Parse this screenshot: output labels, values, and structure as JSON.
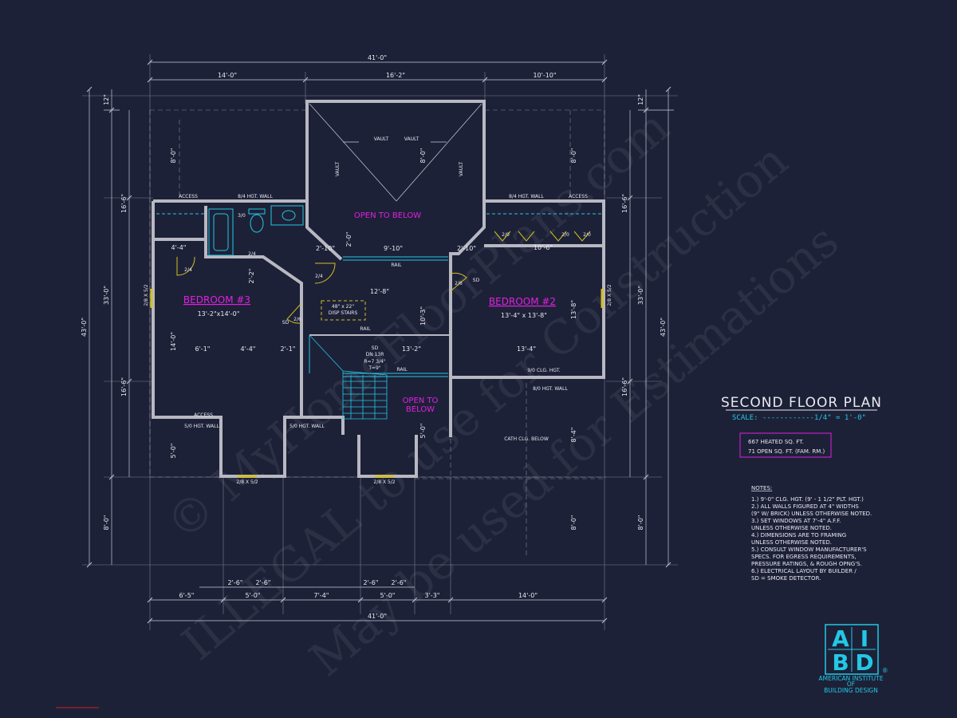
{
  "plan_title": "SECOND FLOOR PLAN",
  "scale_text": "SCALE: ------------1/4\" = 1'-0\"",
  "area_box": {
    "heated": "667 HEATED SQ. FT.",
    "open": "71 OPEN SQ. FT. (FAM. RM.)"
  },
  "notes": {
    "heading": "NOTES:",
    "lines": [
      "1.) 9'-0\" CLG. HGT. (9' - 1 1/2\" PLT. HGT.)",
      "2.) ALL WALLS FIGURED AT 4\" WIDTHS",
      "    (9\" W/ BRICK) UNLESS OTHERWISE NOTED.",
      "3.) SET WINDOWS AT 7'-4\" A.F.F.",
      "    UNLESS OTHERWISE NOTED.",
      "4.) DIMENSIONS ARE TO FRAMING",
      "    UNLESS OTHERWISE NOTED.",
      "5.) CONSULT WINDOW MANUFACTURER'S",
      "    SPECS. FOR EGRESS REQUIREMENTS,",
      "    PRESSURE RATINGS, & ROUGH OPNG'S.",
      "6.) ELECTRICAL LAYOUT BY BUILDER /",
      "    SD = SMOKE DETECTOR."
    ]
  },
  "rooms": {
    "bedroom3_name": "BEDROOM #3",
    "bedroom3_size": "13'-2\"x14'-0\"",
    "bedroom2_name": "BEDROOM #2",
    "bedroom2_size": "13'-4\" x 13'-8\"",
    "open_below_top": "OPEN TO BELOW",
    "open_below_stair_1": "OPEN TO",
    "open_below_stair_2": "BELOW"
  },
  "labels": {
    "vault": "VAULT",
    "access": "ACCESS",
    "wall_84": "8/4 HGT. WALL",
    "wall_50": "5/0 HGT. WALL",
    "wall_80": "8/0 HGT. WALL",
    "wall_90": "9/0 CLG. HGT.",
    "rail": "RAIL",
    "attic": "48\" x 22\"",
    "attic2": "DISP STAIRS",
    "dn": "DN 13R",
    "riser": "R=7 3/4\"",
    "tread": "T=9\"",
    "cath": "CATH CLG. BELOW",
    "sd": "SD",
    "win_28x52": "2/8 X 5/2",
    "d24": "2/4",
    "d26": "2/6",
    "d20": "2/0",
    "d30": "3/0"
  },
  "dimensions": {
    "top_total": "41'-0\"",
    "top_1": "14'-0\"",
    "top_2": "16'-2\"",
    "top_3": "10'-10\"",
    "bottom_total": "41'-0\"",
    "bottom_1": "6'-5\"",
    "bottom_2": "5'-0\"",
    "bottom_3": "7'-4\"",
    "bottom_4": "5'-0\"",
    "bottom_5": "3'-3\"",
    "bottom_6": "14'-0\"",
    "bottom_sub": "2'-6\"",
    "left_total": "43'-0\"",
    "left_1": "33'-0\"",
    "left_a": "16'-6\"",
    "left_b": "16'-6\"",
    "left_c": "8'-0\"",
    "left_d": "8'-0\"",
    "left_e": "5'-0\"",
    "left_12": "12\"",
    "right_total": "43'-0\"",
    "right_1": "33'-0\"",
    "right_a": "16'-6\"",
    "right_b": "16'-6\"",
    "right_c": "8'-0\"",
    "right_12": "12\"",
    "int_1": "9'-10\"",
    "int_2": "12'-8\"",
    "int_3": "13'-2\"",
    "int_4": "13'-4\"",
    "int_5": "6'-1\"",
    "int_6": "4'-4\"",
    "int_7": "2'-1\"",
    "int_8": "14'-0\"",
    "int_9": "4'-4\"",
    "int_10": "10'-6\"",
    "int_11": "13'-8\"",
    "int_12": "10'-3\"",
    "int_13": "2'-2\"",
    "int_14": "2'-10\"",
    "int_15": "8'-0\"",
    "int_16": "8'-4\"",
    "int_17": "8'-0\"",
    "int_18": "5'-0\"",
    "int_19": "2'-0\"",
    "int_20": "2'-10\"",
    "int_21": "8'-0\""
  },
  "watermark": {
    "line1": "© MyHomeFloorPlans.com",
    "line2": "ILLEGAL to use for Construction",
    "line3": "May be used for Estimations"
  },
  "logo": {
    "l1": "A",
    "l2": "I",
    "l3": "B",
    "l4": "D",
    "reg": "®",
    "t1": "AMERICAN INSTITUTE",
    "t2": "OF",
    "t3": "BUILDING DESIGN"
  },
  "colors": {
    "background": "#1d2137",
    "wall": "#b8b8c2",
    "accent_magenta": "#e020e0",
    "accent_cyan": "#22c8e6",
    "window_yellow": "#d4c020"
  }
}
